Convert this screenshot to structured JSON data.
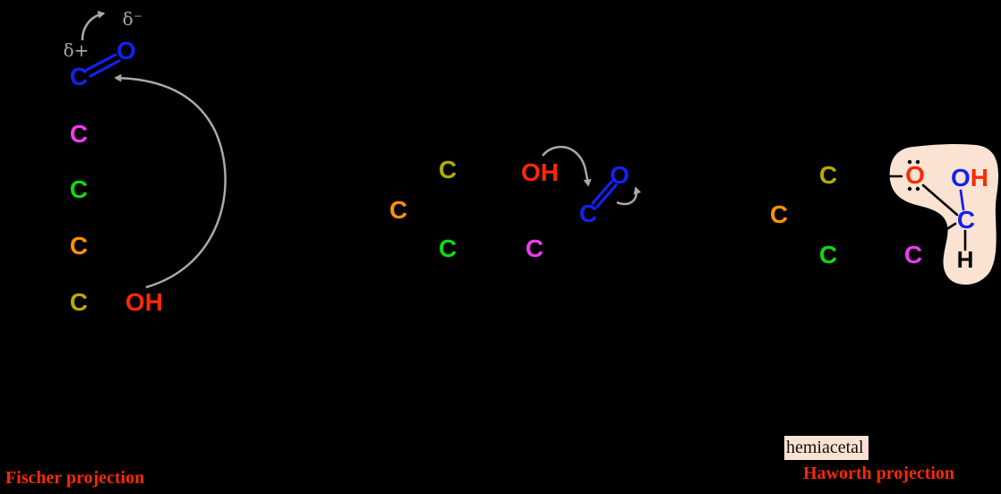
{
  "labels": {
    "fischer_caption": "Fischer projection",
    "haworth_caption": "Haworth projection",
    "hemiacetal": "hemiacetal",
    "delta_plus": "δ+",
    "delta_minus": "δ⁻"
  },
  "fischer": {
    "atoms": {
      "c1": "C",
      "o1": "O",
      "c2": "C",
      "c3": "C",
      "c4": "C",
      "c5": "C",
      "oh": "OH"
    }
  },
  "open_chain": {
    "atoms": {
      "c5": "C",
      "c4": "C",
      "c3": "C",
      "oh": "OH",
      "c2": "C",
      "c1": "C",
      "o1": "O"
    }
  },
  "haworth": {
    "atoms": {
      "c5": "C",
      "c4": "C",
      "c3": "C",
      "c2": "C",
      "o5": "O",
      "oh_o": "O",
      "oh_h": "H",
      "c1": "C",
      "h1": "H"
    }
  },
  "colors": {
    "carbonyl_blue": "#1321f0",
    "magenta": "#ee3bee",
    "green": "#10d910",
    "orange": "#ff9204",
    "olive": "#b5ad00",
    "red": "#fb2904",
    "arrow_gray": "#a9a9a9",
    "highlight_peach": "#fae3d3",
    "background": "#000000"
  }
}
